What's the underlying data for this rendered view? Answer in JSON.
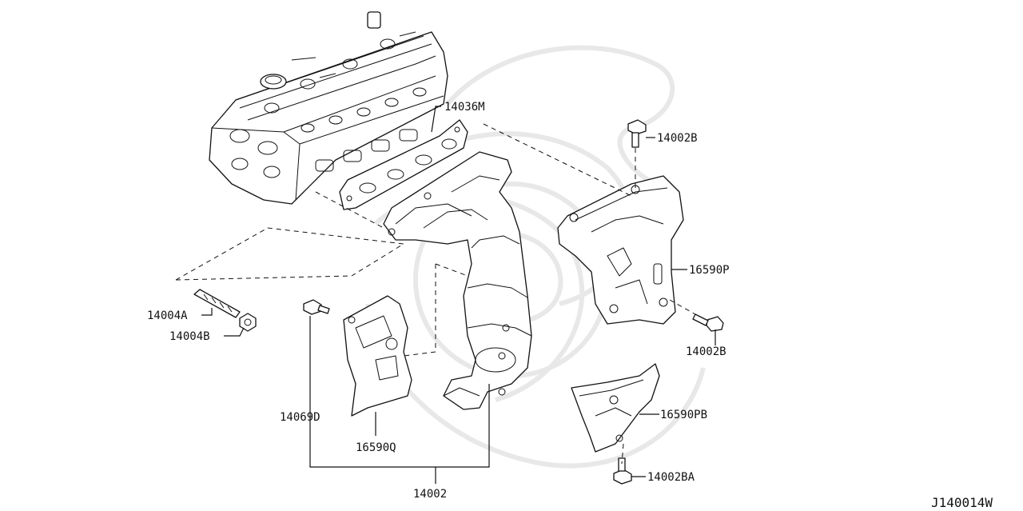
{
  "labels": {
    "p14036M": "14036M",
    "p14002B_top": "14002B",
    "p16590P": "16590P",
    "p14002B_bottom": "14002B",
    "p16590PB": "16590PB",
    "p14002BA": "14002BA",
    "p14004A": "14004A",
    "p14004B": "14004B",
    "p14069D": "14069D",
    "p16590Q": "16590Q",
    "p14002": "14002"
  },
  "diagram_code": "J140014W"
}
